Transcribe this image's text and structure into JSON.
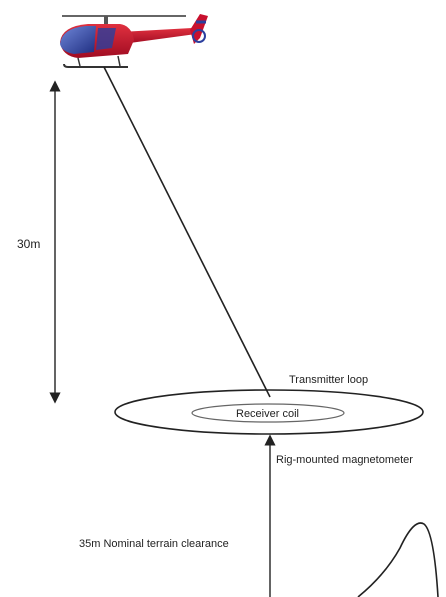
{
  "labels": {
    "height_helicopter": "30m",
    "transmitter_loop": "Transmitter loop",
    "receiver_coil": "Receiver coil",
    "magnetometer": "Rig-mounted magnetometer",
    "terrain_clearance": "35m Nominal terrain clearance"
  },
  "colors": {
    "helicopter_body": "#c8102e",
    "helicopter_cabin": "#2b3f9e",
    "line": "#222222",
    "terrain": "#222222"
  }
}
